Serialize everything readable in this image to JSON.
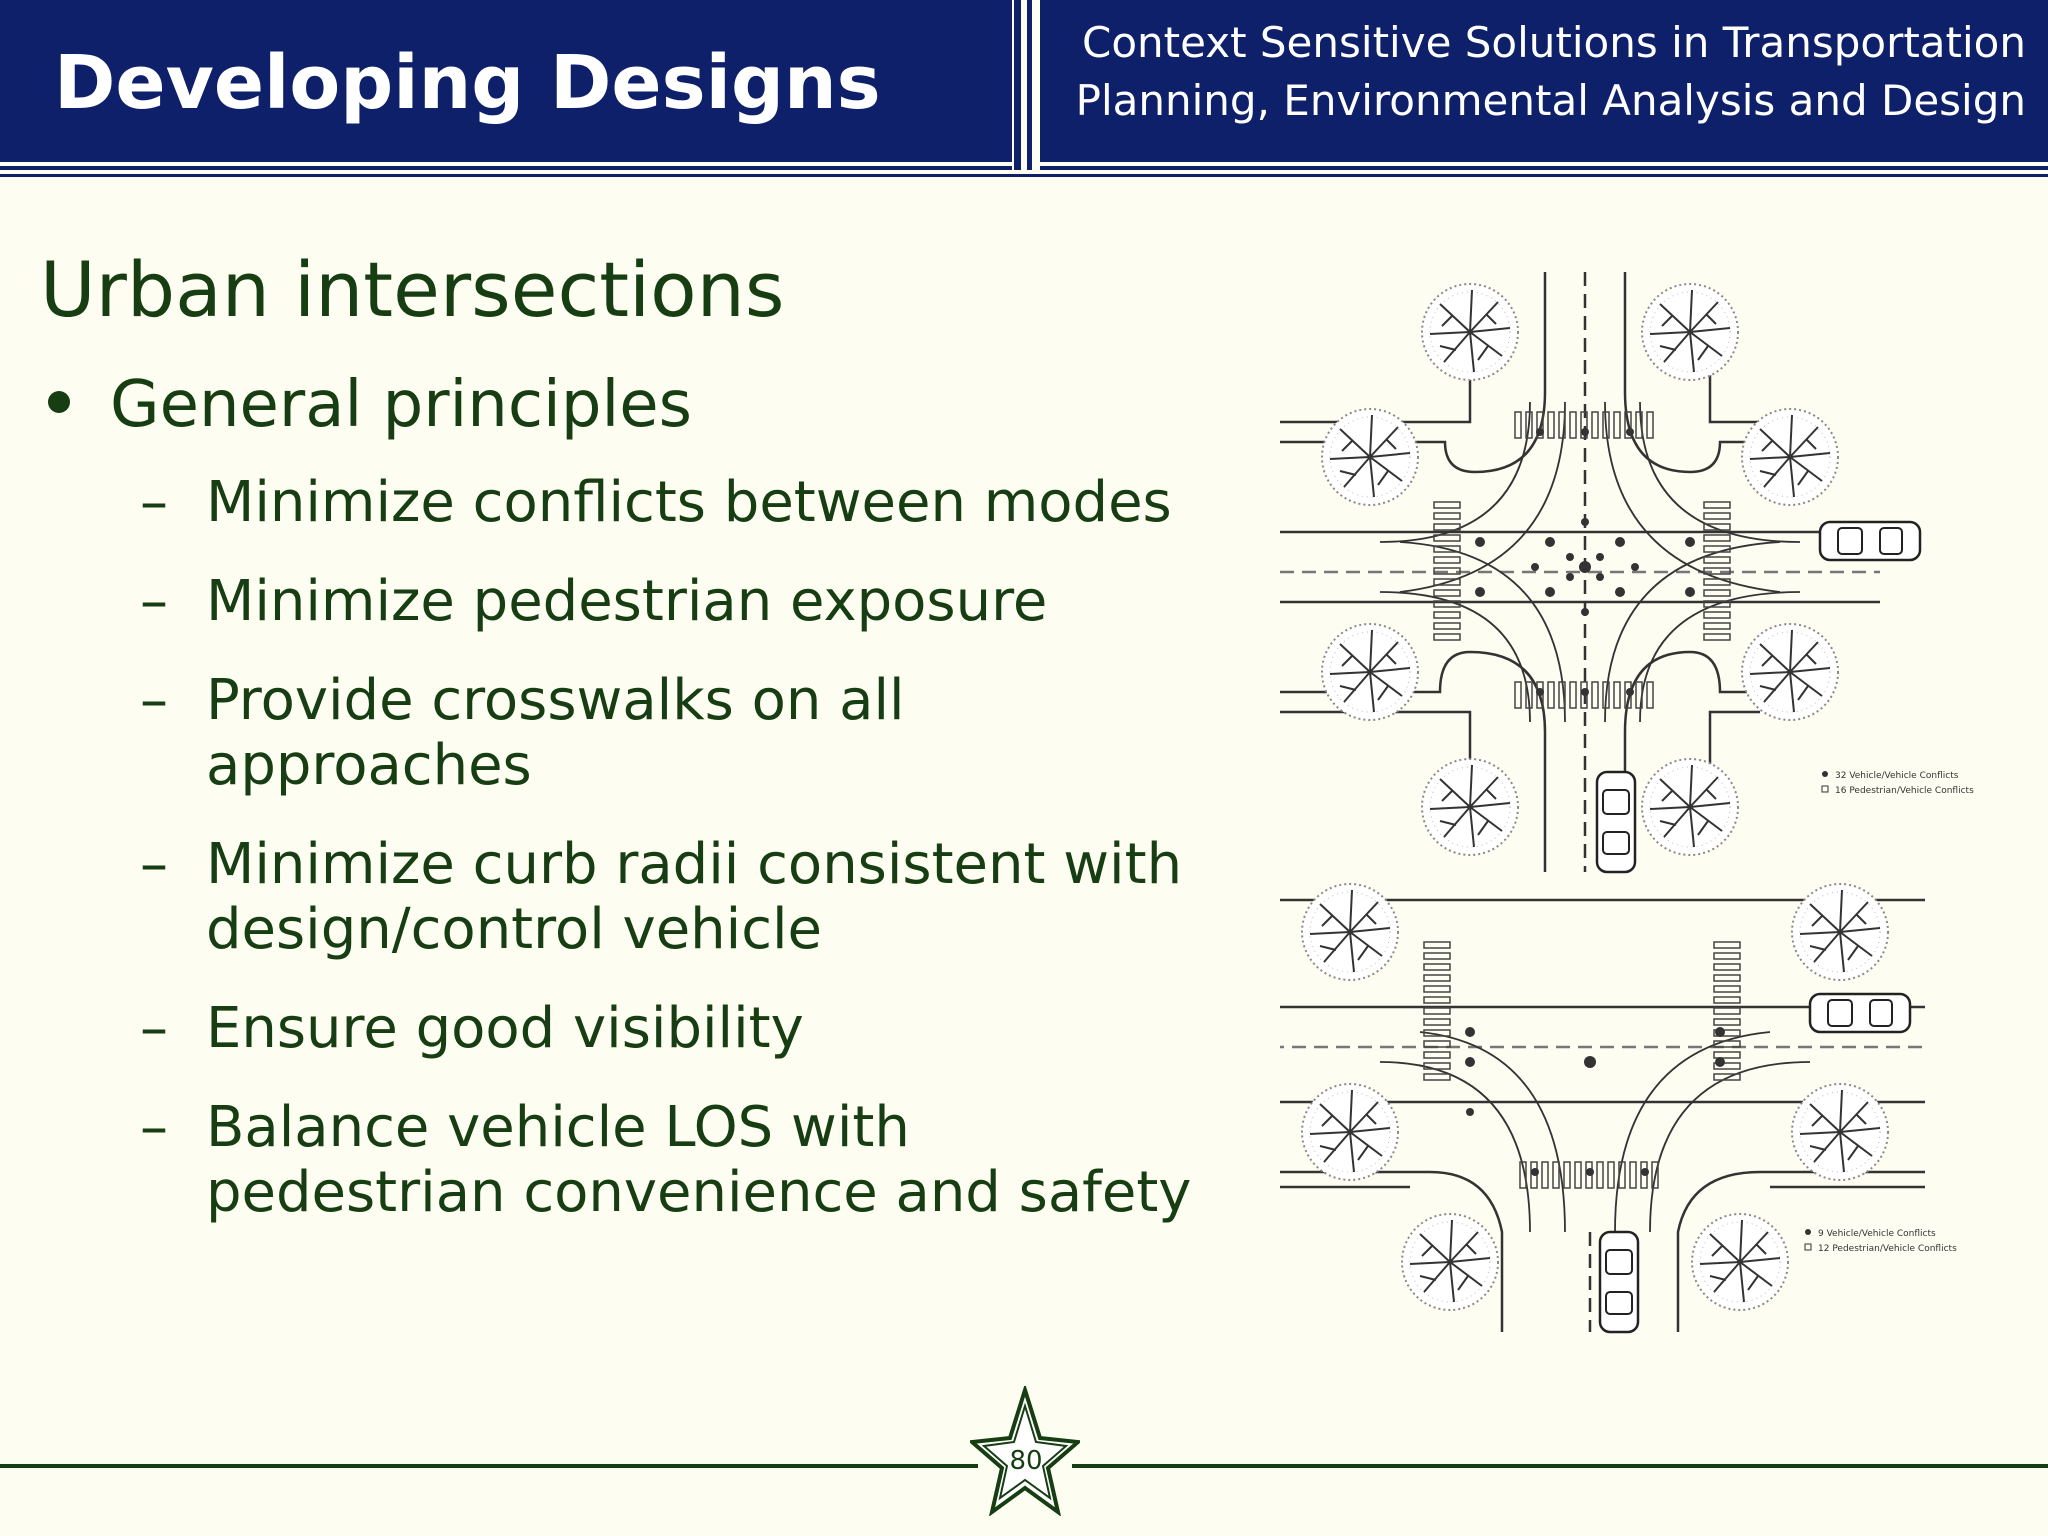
{
  "header": {
    "title": "Developing Designs",
    "subtitle_line1": "Context Sensitive Solutions in Transportation",
    "subtitle_line2": "Planning, Environmental Analysis and Design"
  },
  "content": {
    "heading": "Urban intersections",
    "bullet": "General principles",
    "sub_items": [
      {
        "line1": "Minimize conflicts between modes",
        "line2": ""
      },
      {
        "line1": "Minimize pedestrian exposure",
        "line2": ""
      },
      {
        "line1": "Provide crosswalks on all",
        "line2": "approaches"
      },
      {
        "line1": "Minimize curb radii consistent with",
        "line2": "design/control vehicle"
      },
      {
        "line1": "Ensure good visibility",
        "line2": ""
      },
      {
        "line1": "Balance vehicle LOS with",
        "line2": "pedestrian convenience and safety"
      }
    ],
    "dash": "–"
  },
  "diagram": {
    "top_legend": [
      "32 Vehicle/Vehicle Conflicts",
      "16 Pedestrian/Vehicle Conflicts"
    ],
    "bottom_legend": [
      "9  Vehicle/Vehicle Conflicts",
      "12 Pedestrian/Vehicle Conflicts"
    ]
  },
  "footer": {
    "page_number": "80",
    "line_color": "#173d12"
  },
  "colors": {
    "header_bg": "#0e2069",
    "text": "#173d12",
    "page_bg": "#fdfdf1"
  }
}
